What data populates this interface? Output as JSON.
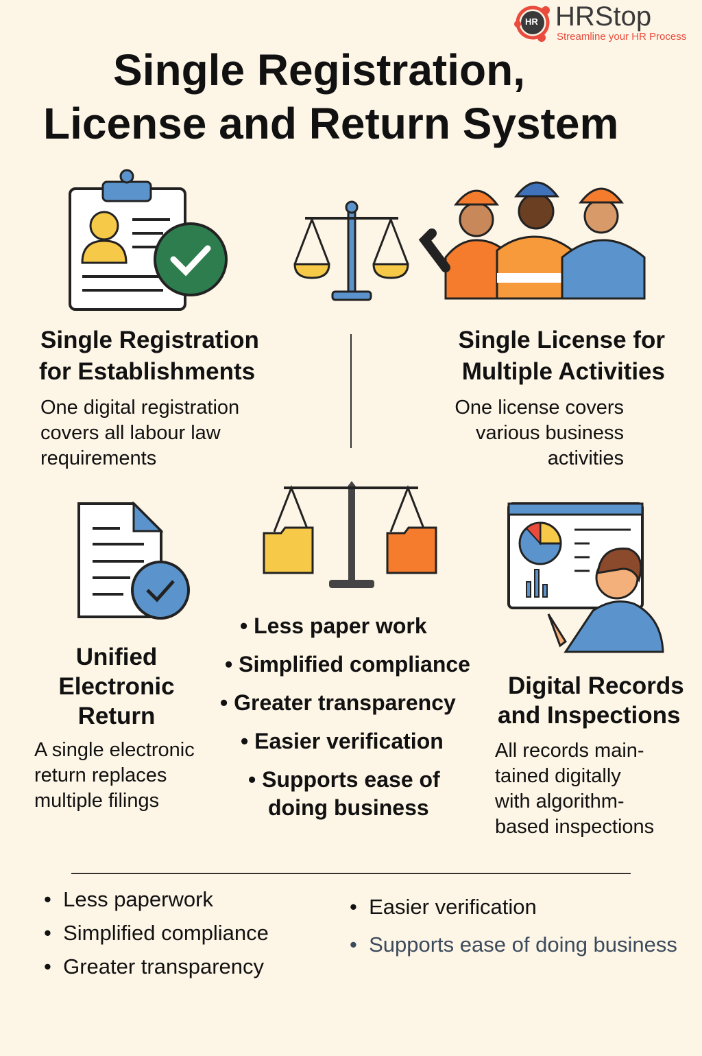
{
  "logo": {
    "badge": "HR",
    "name": "HRStop",
    "tagline": "Streamline your HR Process"
  },
  "title": {
    "line1": "Single Registration,",
    "line2": "License and Return System"
  },
  "sections": {
    "registration": {
      "heading1": "Single Registration",
      "heading2": "for Establishments",
      "desc": [
        "One digital registration",
        "covers all labour law",
        "requirements"
      ]
    },
    "license": {
      "heading1": "Single License for",
      "heading2": "Multiple Activities",
      "desc": [
        "One license covers",
        "various business",
        "activities"
      ]
    },
    "return": {
      "heading": [
        "Unified",
        "Electronic",
        "Return"
      ],
      "desc": [
        "A single electronic",
        "return replaces",
        "multiple filings"
      ]
    },
    "records": {
      "heading1": "Digital Records",
      "heading2": "and Inspections",
      "desc": [
        "All records main-",
        "tained digitally",
        "with algorithm-",
        "based inspections"
      ]
    }
  },
  "center_benefits": [
    "Less paper work",
    "Simplified compliance",
    "Greater transparency",
    "Easier verification",
    "Supports ease of",
    "doing business"
  ],
  "bottom_benefits": {
    "left": [
      "Less paperwork",
      "Simplified compliance",
      "Greater transparency"
    ],
    "right": [
      "Easier verification",
      "Supports ease of doing business"
    ]
  },
  "colors": {
    "background": "#fdf5e6",
    "accent_red": "#e94b3c",
    "green": "#2e7d4f",
    "blue": "#4f8fcf",
    "yellow": "#f7c948",
    "orange": "#f47c2c"
  }
}
